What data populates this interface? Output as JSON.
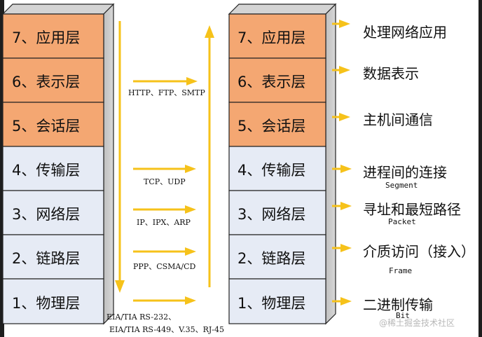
{
  "colors": {
    "upper_layer_fill": "#f4a772",
    "lower_layer_fill": "#e6ebf5",
    "border": "#222222",
    "arrow": "#f6c21a"
  },
  "left_stack": [
    "7、应用层",
    "6、表示层",
    "5、会话层",
    "4、传输层",
    "3、网络层",
    "2、链路层",
    "1、物理层"
  ],
  "right_stack": [
    "7、应用层",
    "6、表示层",
    "5、会话层",
    "4、传输层",
    "3、网络层",
    "2、链路层",
    "1、物理层"
  ],
  "protocols": {
    "app": "HTTP、FTP、SMTP",
    "transport": "TCP、UDP",
    "network": "IP、IPX、ARP",
    "link": "PPP、CSMA/CD",
    "physical_line1": "EIA/TIA RS-232、",
    "physical_line2": "EIA/TIA RS-449、V.35、RJ-45"
  },
  "functions": [
    "处理网络应用",
    "数据表示",
    "主机间通信",
    "进程间的连接",
    "寻址和最短路径",
    "介质访问（接入）",
    "二进制传输"
  ],
  "pdus": {
    "transport": "Segment",
    "network": "Packet",
    "link": "Frame",
    "physical": "Bit"
  },
  "watermark": "@稀土掘金技术社区"
}
